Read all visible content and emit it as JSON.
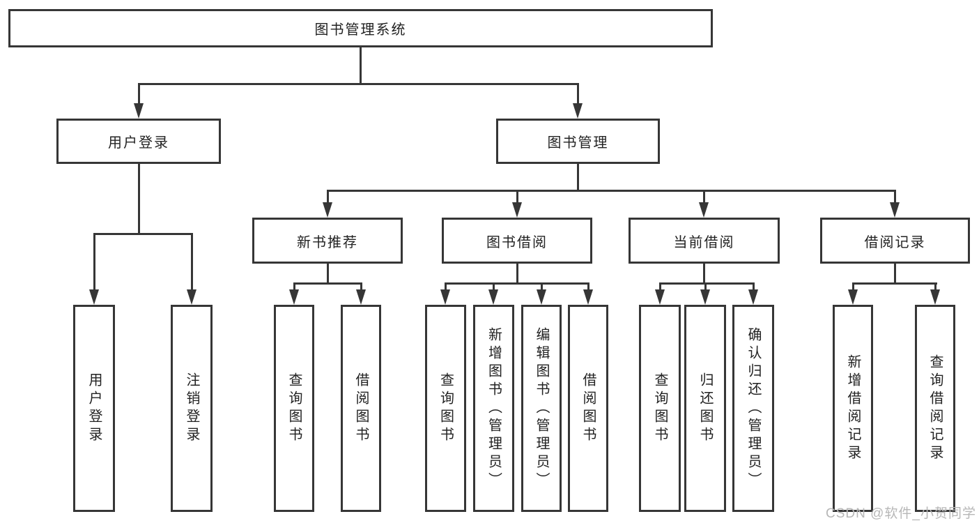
{
  "diagram": {
    "root": {
      "label": "图书管理系统"
    },
    "login_branch": {
      "label": "用户登录",
      "leaves": [
        "用户登录",
        "注销登录"
      ]
    },
    "manage_branch": {
      "label": "图书管理",
      "children": [
        {
          "label": "新书推荐",
          "leaves": [
            "查询图书",
            "借阅图书"
          ]
        },
        {
          "label": "图书借阅",
          "leaves": [
            "查询图书",
            "新增图书（管理员）",
            "编辑图书（管理员）",
            "借阅图书"
          ]
        },
        {
          "label": "当前借阅",
          "leaves": [
            "查询图书",
            "归还图书",
            "确认归还（管理员）"
          ]
        },
        {
          "label": "借阅记录",
          "leaves": [
            "新增借阅记录",
            "查询借阅记录"
          ]
        }
      ]
    }
  },
  "watermark": {
    "text": "CSDN @软件_小贺同学",
    "color": "#b7b7b7"
  },
  "colors": {
    "line": "#363636",
    "text": "#222222",
    "background": "#ffffff"
  }
}
